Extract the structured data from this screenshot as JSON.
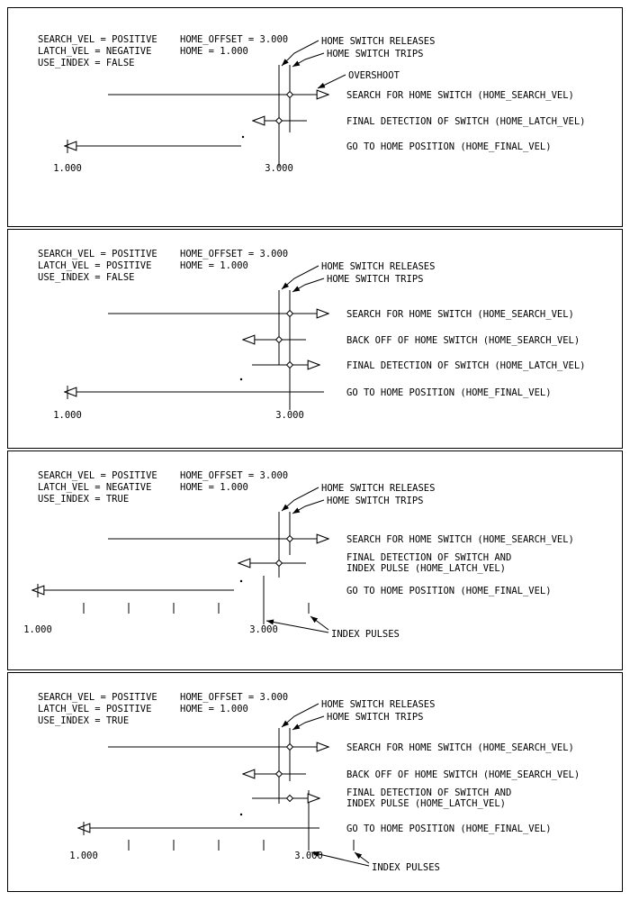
{
  "figure": {
    "background": "#ffffff",
    "line_color": "#000000"
  },
  "panels": [
    {
      "config": {
        "search_vel": "SEARCH_VEL = POSITIVE",
        "latch_vel": "LATCH_VEL = NEGATIVE",
        "use_index": "USE_INDEX = FALSE",
        "home_offset": "HOME_OFFSET = 3.000",
        "home": "HOME = 1.000"
      },
      "callouts": {
        "releases": "HOME SWITCH RELEASES",
        "trips": "HOME SWITCH TRIPS",
        "overshoot": "OVERSHOOT"
      },
      "rows": {
        "search": "SEARCH FOR HOME SWITCH (HOME_SEARCH_VEL)",
        "latch": "FINAL DETECTION OF SWITCH (HOME_LATCH_VEL)",
        "final": "GO TO HOME POSITION (HOME_FINAL_VEL)"
      },
      "axis": {
        "home_pos": "1.000",
        "offset_pos": "3.000"
      }
    },
    {
      "config": {
        "search_vel": "SEARCH_VEL = POSITIVE",
        "latch_vel": "LATCH_VEL = POSITIVE",
        "use_index": "USE_INDEX = FALSE",
        "home_offset": "HOME_OFFSET = 3.000",
        "home": "HOME = 1.000"
      },
      "callouts": {
        "releases": "HOME SWITCH RELEASES",
        "trips": "HOME SWITCH TRIPS"
      },
      "rows": {
        "search": "SEARCH FOR HOME SWITCH (HOME_SEARCH_VEL)",
        "backoff": "BACK OFF OF HOME SWITCH (HOME_SEARCH_VEL)",
        "latch": "FINAL DETECTION OF SWITCH (HOME_LATCH_VEL)",
        "final": "GO TO HOME POSITION (HOME_FINAL_VEL)"
      },
      "axis": {
        "home_pos": "1.000",
        "offset_pos": "3.000"
      }
    },
    {
      "config": {
        "search_vel": "SEARCH_VEL = POSITIVE",
        "latch_vel": "LATCH_VEL = NEGATIVE",
        "use_index": "USE_INDEX = TRUE",
        "home_offset": "HOME_OFFSET = 3.000",
        "home": "HOME = 1.000"
      },
      "callouts": {
        "releases": "HOME SWITCH RELEASES",
        "trips": "HOME SWITCH TRIPS"
      },
      "rows": {
        "search": "SEARCH FOR HOME SWITCH (HOME_SEARCH_VEL)",
        "latch_line1": "FINAL DETECTION OF SWITCH AND",
        "latch_line2": "INDEX PULSE (HOME_LATCH_VEL)",
        "final": "GO TO HOME POSITION (HOME_FINAL_VEL)"
      },
      "index_label": "INDEX PULSES",
      "axis": {
        "home_pos": "1.000",
        "offset_pos": "3.000"
      }
    },
    {
      "config": {
        "search_vel": "SEARCH_VEL = POSITIVE",
        "latch_vel": "LATCH_VEL = POSITIVE",
        "use_index": "USE_INDEX = TRUE",
        "home_offset": "HOME_OFFSET = 3.000",
        "home": "HOME = 1.000"
      },
      "callouts": {
        "releases": "HOME SWITCH RELEASES",
        "trips": "HOME SWITCH TRIPS"
      },
      "rows": {
        "search": "SEARCH FOR HOME SWITCH (HOME_SEARCH_VEL)",
        "backoff": "BACK OFF OF HOME SWITCH (HOME_SEARCH_VEL)",
        "latch_line1": "FINAL DETECTION OF SWITCH AND",
        "latch_line2": "INDEX PULSE (HOME_LATCH_VEL)",
        "final": "GO TO HOME POSITION (HOME_FINAL_VEL)"
      },
      "index_label": "INDEX PULSES",
      "axis": {
        "home_pos": "1.000",
        "offset_pos": "3.000"
      }
    }
  ]
}
